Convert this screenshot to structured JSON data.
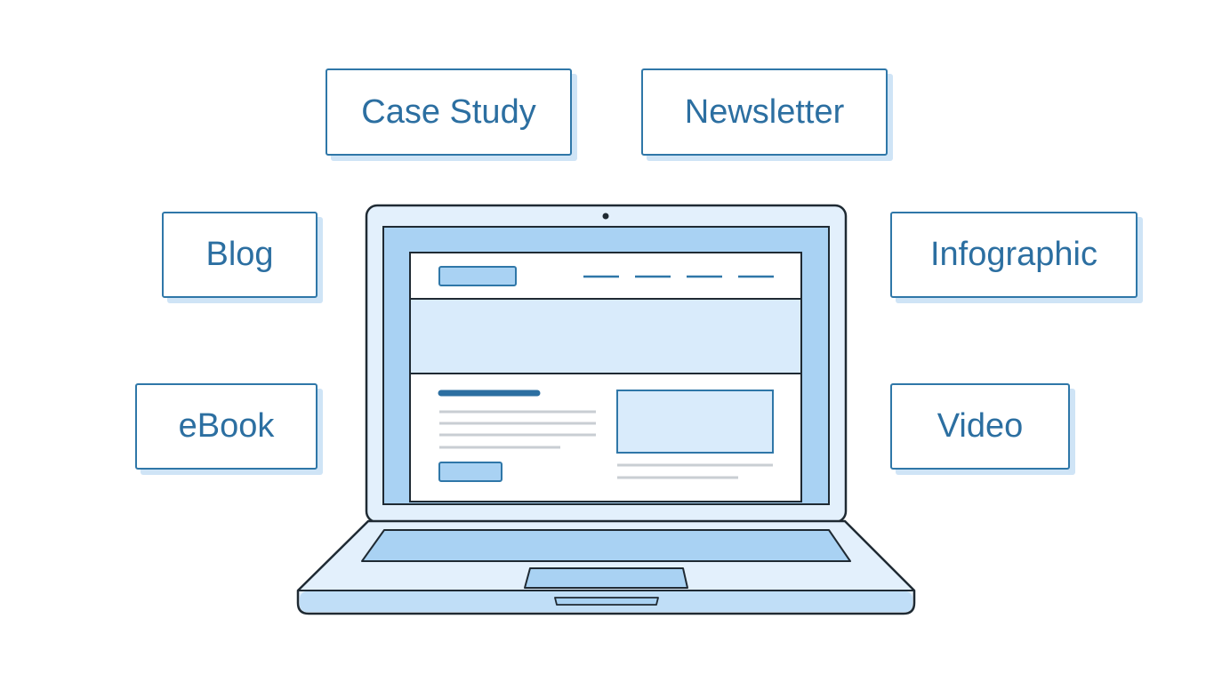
{
  "labels": {
    "case_study": "Case Study",
    "newsletter": "Newsletter",
    "blog": "Blog",
    "infographic": "Infographic",
    "ebook": "eBook",
    "video": "Video"
  },
  "colors": {
    "accent_blue": "#2c6fa1",
    "box_border": "#2f77a8",
    "fill_light": "#e3f0fc",
    "fill_mid": "#a9d2f3",
    "outline_dark": "#1f2a33",
    "text_line_gray": "#c9ced3"
  },
  "icons": [
    "laptop-icon",
    "webcam-icon",
    "trackpad-icon"
  ]
}
